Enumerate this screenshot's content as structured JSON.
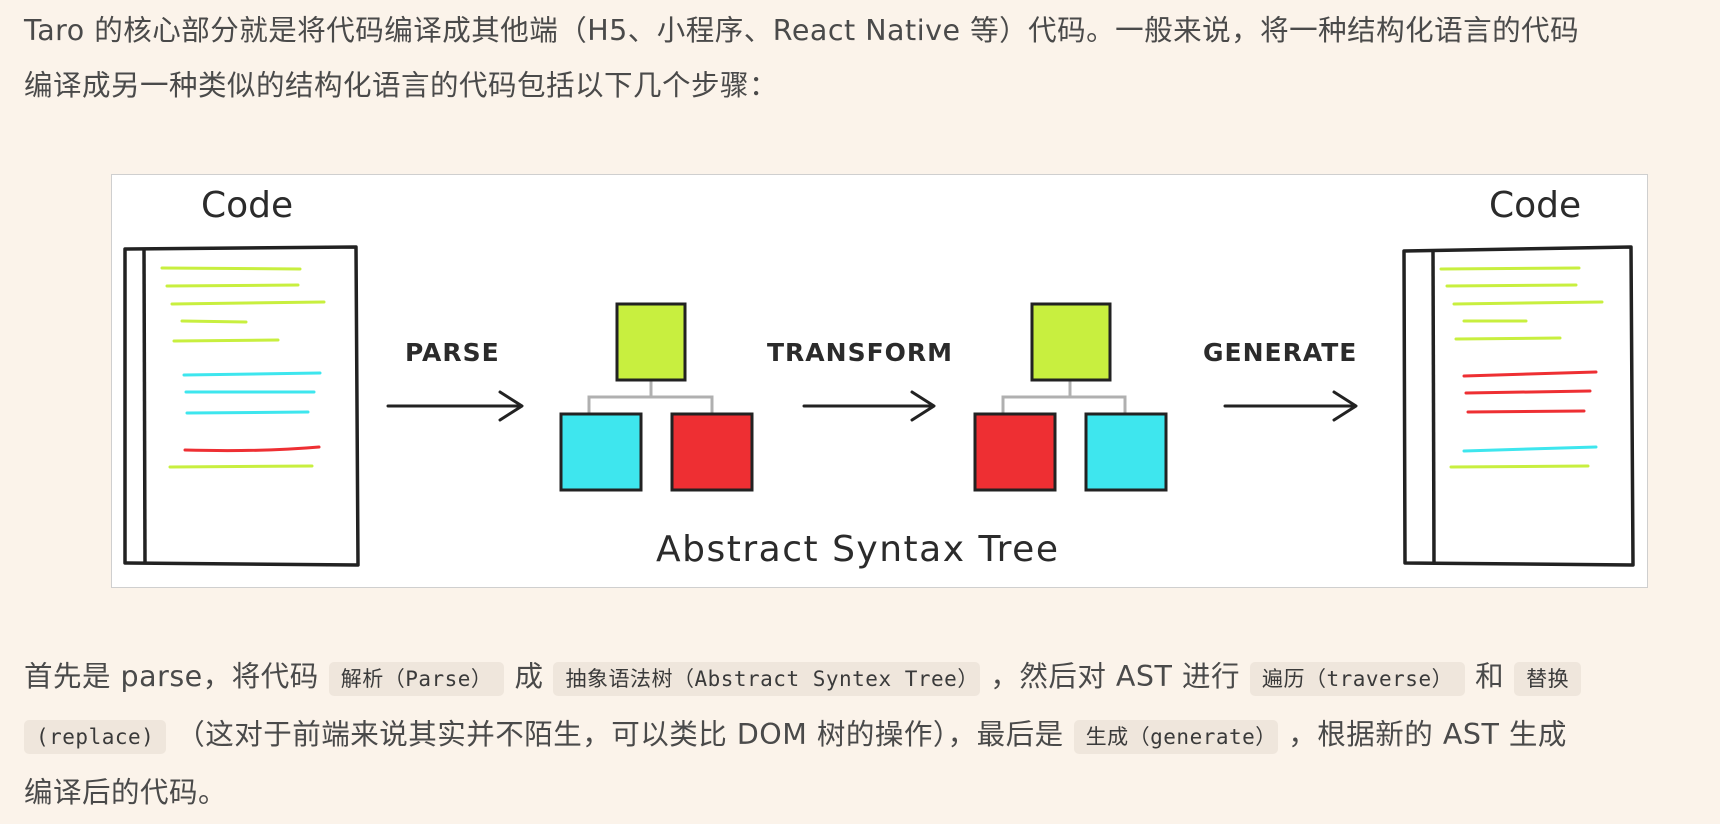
{
  "intro": {
    "line1": "Taro 的核心部分就是将代码编译成其他端（H5、小程序、React Native 等）代码。一般来说，将一种结构化语言的代码",
    "line2": "编译成另一种类似的结构化语言的代码包括以下几个步骤："
  },
  "diagram": {
    "left_code_label": "Code",
    "right_code_label": "Code",
    "parse_label": "PARSE",
    "transform_label": "TRANSFORM",
    "generate_label": "GENERATE",
    "ast_label": "Abstract Syntax Tree",
    "colors": {
      "green": "#c8ef3f",
      "cyan": "#3ee6ee",
      "red": "#ee2f33",
      "line": "#222222",
      "connector": "#b0b0b0"
    }
  },
  "steps": {
    "t1": "首先是 parse，将代码",
    "c1": "解析（Parse）",
    "t2": "成",
    "c2": "抽象语法树（Abstract Syntex Tree）",
    "t3": "，然后对 AST 进行",
    "c3": "遍历（traverse）",
    "t4": "和",
    "c4": "替换",
    "c5": "(replace)",
    "t5": "（这对于前端来说其实并不陌生，可以类比 DOM 树的操作），最后是",
    "c6": "生成（generate）",
    "t6": "，根据新的 AST 生成",
    "t7": "编译后的代码。"
  }
}
